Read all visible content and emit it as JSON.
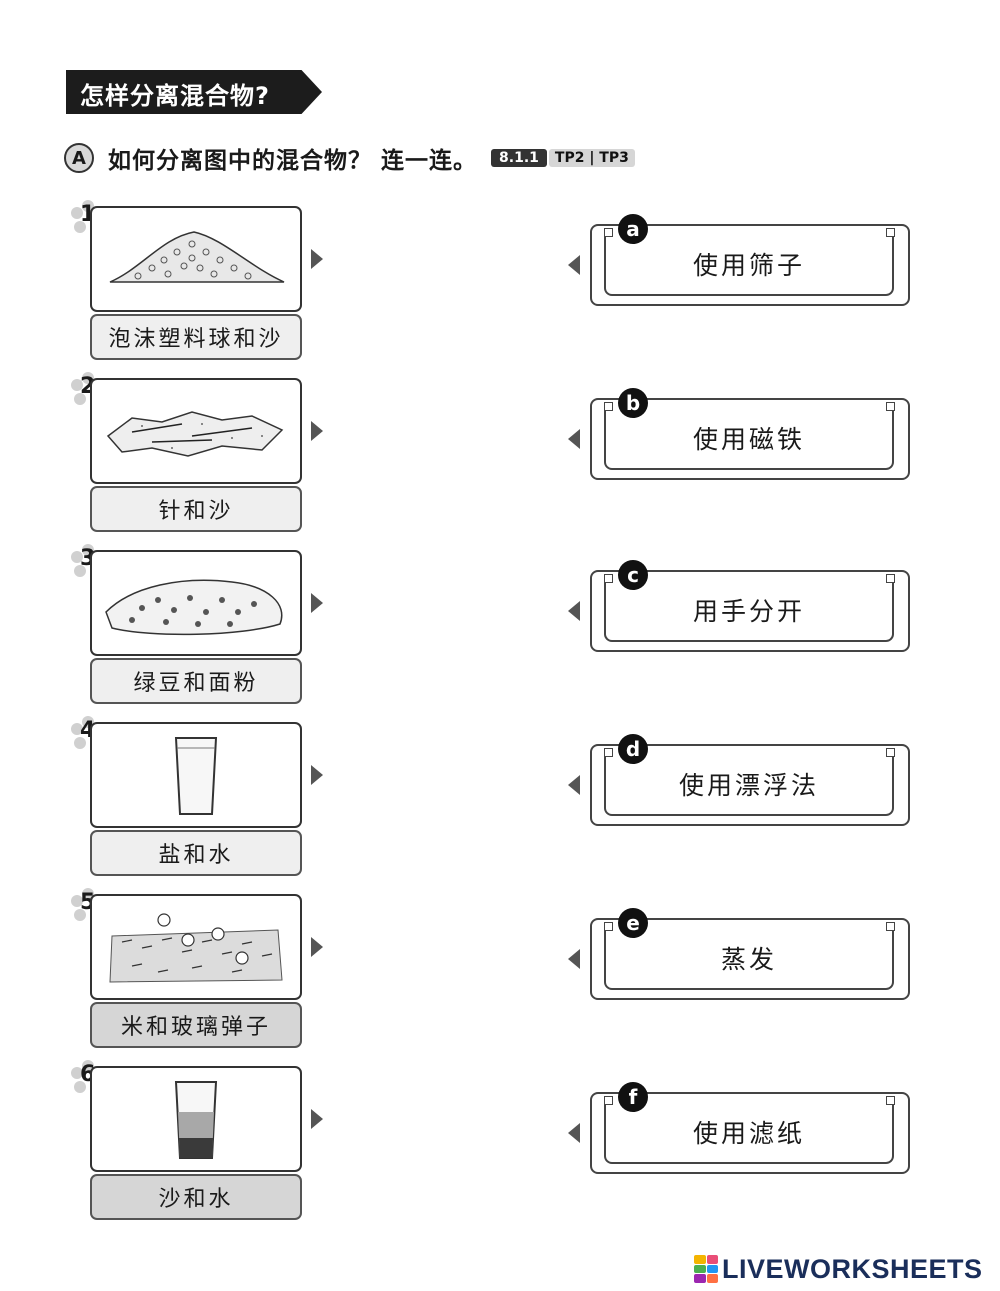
{
  "header": {
    "title": "怎样分离混合物?"
  },
  "question": {
    "letter": "A",
    "text": "如何分离图中的混合物？ 连一连。",
    "badge_code": "8.1.1",
    "badge_tp": "TP2 | TP3"
  },
  "mixtures": [
    {
      "number": "1",
      "label": "泡沫塑料球和沙",
      "picture": "foam-balls-sand-pile"
    },
    {
      "number": "2",
      "label": "针和沙",
      "picture": "needles-sand"
    },
    {
      "number": "3",
      "label": "绿豆和面粉",
      "picture": "mung-beans-flour"
    },
    {
      "number": "4",
      "label": "盐和水",
      "picture": "glass-of-water"
    },
    {
      "number": "5",
      "label": "米和玻璃弹子",
      "picture": "rice-marbles"
    },
    {
      "number": "6",
      "label": "沙和水",
      "picture": "glass-sand-water"
    }
  ],
  "methods": [
    {
      "letter": "a",
      "label": "使用筛子"
    },
    {
      "letter": "b",
      "label": "使用磁铁"
    },
    {
      "letter": "c",
      "label": "用手分开"
    },
    {
      "letter": "d",
      "label": "使用漂浮法"
    },
    {
      "letter": "e",
      "label": "蒸发"
    },
    {
      "letter": "f",
      "label": "使用滤纸"
    }
  ],
  "footer": {
    "brand": "LIVEWORKSHEETS"
  },
  "colors": {
    "ink": "#1a1a1a",
    "label_bg": "#efefef",
    "brand_text": "#1a2e5a"
  }
}
